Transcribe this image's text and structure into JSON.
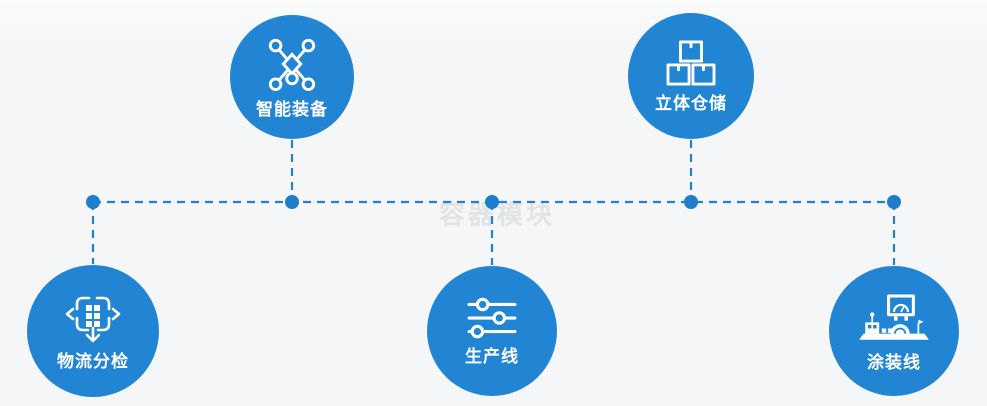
{
  "diagram": {
    "watermark": "容器模块",
    "nodes": [
      {
        "label": "智能装备",
        "icon": "network-nodes-icon"
      },
      {
        "label": "立体仓储",
        "icon": "stacked-boxes-icon"
      },
      {
        "label": "物流分检",
        "icon": "dispatch-arrows-icon"
      },
      {
        "label": "生产线",
        "icon": "sliders-icon"
      },
      {
        "label": "涂装线",
        "icon": "control-station-icon"
      }
    ],
    "colors": {
      "node_fill": "#2285d3",
      "connector": "#2a80c7",
      "junction_dot": "#1f7ecb",
      "background": "#f5f6f7",
      "icon": "#ffffff",
      "watermark": "#e2e3e5"
    }
  }
}
